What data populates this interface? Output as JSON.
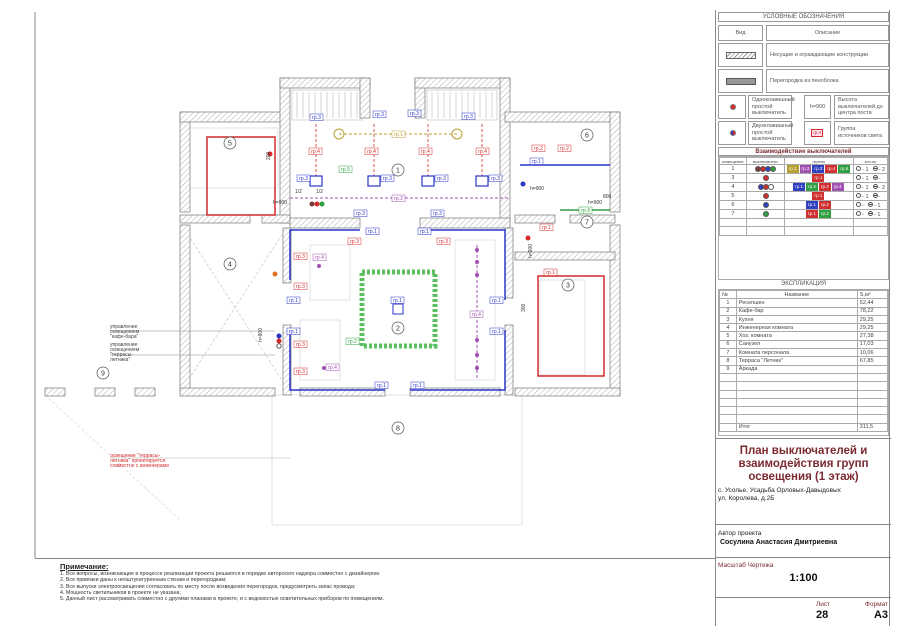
{
  "legend": {
    "title": "УСЛОВНЫЕ ОБОЗНАЧЕНИЯ",
    "col_view": "Вид",
    "col_desc": "Описание",
    "walls": "Несущие и ограждающие конструкции",
    "partition": "Перегородка из пеноблока",
    "switch1": "Одноклавишный простой выключатель",
    "switch2": "Двухклавишный простой выключатель",
    "height_symbol": "h=900",
    "height_desc": "Высота выключателей до центра поста",
    "group_symbol": "гр.4",
    "group_desc": "Группа источников света"
  },
  "interaction": {
    "title": "Взаимодействие выключателей",
    "headers": [
      "помещение",
      "выключатели",
      "группы",
      "кол-во"
    ],
    "rows": [
      {
        "room": "1",
        "switches": [
          "#7a3a3a",
          "#d03030",
          "#3040c0",
          "#30a040"
        ],
        "groups": [
          [
            "гр.1",
            "#b8a030"
          ],
          [
            "гр.2",
            "#a050b0"
          ],
          [
            "гр.3",
            "#3040c0"
          ],
          [
            "гр.4",
            "#d03030"
          ],
          [
            "гр.5",
            "#30a040"
          ]
        ],
        "c1": "- 1",
        "c2": "- 2"
      },
      {
        "room": "3",
        "switches": [
          "#d03030"
        ],
        "groups": [
          [
            "гр.1",
            "#d03030"
          ]
        ],
        "c1": "- 1",
        "c2": "-"
      },
      {
        "room": "4",
        "switches": [
          "#3040c0",
          "#d03030",
          "#ffffff"
        ],
        "groups": [
          [
            "гр.1",
            "#3040c0"
          ],
          [
            "гр.2",
            "#30a040"
          ],
          [
            "гр.3",
            "#d03030"
          ],
          [
            "гр.4",
            "#a050b0"
          ]
        ],
        "c1": "- 1",
        "c2": "- 2"
      },
      {
        "room": "5",
        "switches": [
          "#d03030"
        ],
        "groups": [
          [
            "гр.1",
            "#d03030"
          ]
        ],
        "c1": "- 1",
        "c2": "-"
      },
      {
        "room": "6",
        "switches": [
          "#3040c0"
        ],
        "groups": [
          [
            "гр.1",
            "#3040c0"
          ],
          [
            "гр.2",
            "#d03030"
          ]
        ],
        "c1": "-",
        "c2": "- 1"
      },
      {
        "room": "7",
        "switches": [
          "#30a040"
        ],
        "groups": [
          [
            "гр.1",
            "#d03030"
          ],
          [
            "гр.2",
            "#30a040"
          ]
        ],
        "c1": "-",
        "c2": "- 1"
      }
    ]
  },
  "explication": {
    "title": "ЭКСПЛИКАЦИЯ",
    "headers": [
      "№",
      "Название",
      "S,м²"
    ],
    "rows": [
      [
        "1",
        "Ресепшен",
        "52,44"
      ],
      [
        "2",
        "Кафе-бар",
        "78,22"
      ],
      [
        "3",
        "Кухня",
        "29,25"
      ],
      [
        "4",
        "Инженерная комната",
        "29,25"
      ],
      [
        "5",
        "Хоз. комната",
        "27,38"
      ],
      [
        "6",
        "Санузел",
        "17,03"
      ],
      [
        "7",
        "Комната персонала",
        "10,06"
      ],
      [
        "8",
        "Терраса \"Летник\"",
        "67,85"
      ],
      [
        "9",
        "Аркада",
        ""
      ]
    ],
    "total_label": "Итог",
    "total_value": "311,5"
  },
  "title_block": {
    "title": "План выключателей и взаимодействия групп освещения (1 этаж)",
    "address1": "с. Усолье, Усадьба Орловых-Давыдовых",
    "address2": "ул. Королева, д.2Б",
    "author_label": "Автор проекта",
    "author": "Сосулина Анастасия Дмитриевна",
    "scale_label": "Масштаб Чертежа",
    "scale": "1:100",
    "sheet_label": "Лист",
    "sheet": "28",
    "format_label": "Формат",
    "format": "А3"
  },
  "notes": {
    "title": "Примечание:",
    "items": [
      "1. Все вопросы, возникающие в процессе реализации проекта решаются в порядке авторского надзора совместно с дизайнером.",
      "2. Все привязки даны к неоштукатуренным стенам и перегородкам;",
      "3. Все выпуски электроосвещения согласовать по месту после возведения перегородок, предусмотреть запас провода;",
      "4. Мощность светильников в проекте не указана;",
      "5. Данный лист рассматривать совместно с другими планами в проекте, и с ведомостью осветительных приборов по помещениям."
    ]
  },
  "plan": {
    "rooms": [
      "1",
      "2",
      "3",
      "4",
      "5",
      "6",
      "7",
      "8",
      "9"
    ],
    "groups": {
      "g1": "гр.1",
      "g2": "гр.2",
      "g3": "гр.3",
      "g4": "гр.4",
      "g5": "гр.5"
    },
    "dims": {
      "h900": "h=900",
      "half": "1/2",
      "d200": "200",
      "d300": "300",
      "d800": "800"
    },
    "annot_cafe": [
      "управление",
      "освещением",
      "\"кафе-бара\""
    ],
    "annot_terrace": [
      "управление",
      "освещением",
      "\"террасы-",
      "летника\""
    ],
    "annot_red": [
      "освещение \"террасы-",
      "летника\" проектируется",
      "совместно с инженерами"
    ]
  },
  "colors": {
    "blue": "#2a35c8",
    "red": "#d42a2a",
    "green": "#2fa040",
    "purple": "#a050b0",
    "olive": "#b8a030",
    "title": "#7a2a30"
  }
}
